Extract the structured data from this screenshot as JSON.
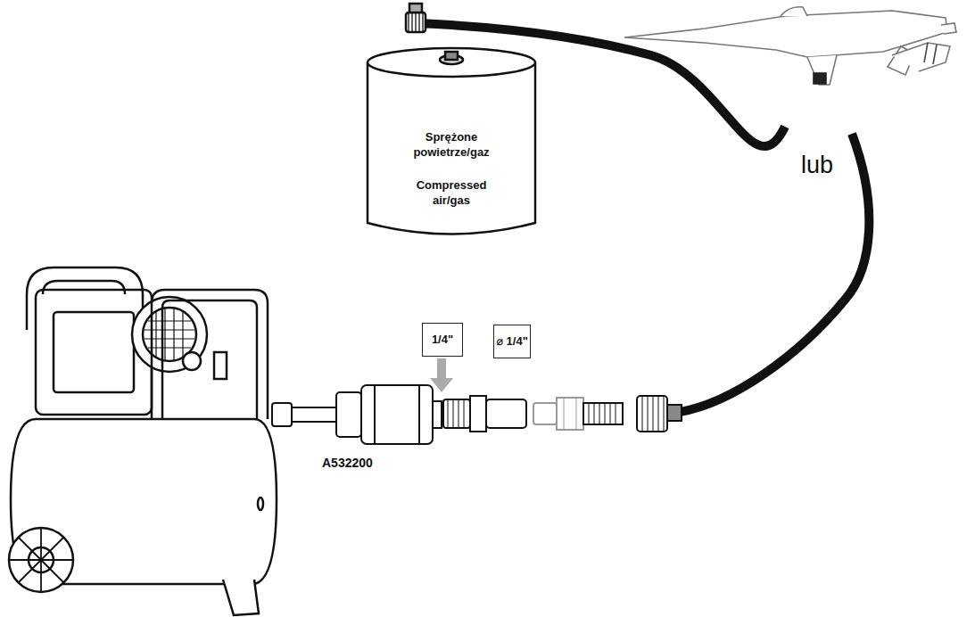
{
  "diagram": {
    "nodes": [
      {
        "text": [
          "Sprężone powietrze/gaz",
          "Compressed air/gas"
        ]
      },
      {
        "text": [
          "1/4\""
        ]
      },
      {
        "text": [
          "⌀ 1/4\""
        ]
      }
    ],
    "labels": [
      "A532200",
      "lub"
    ]
  }
}
